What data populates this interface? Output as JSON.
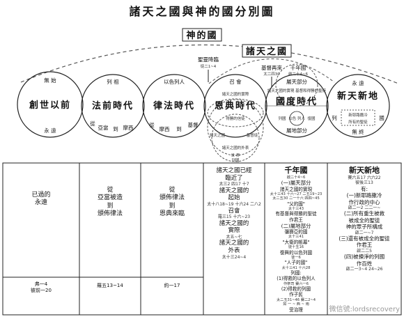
{
  "title": "諸天之國與神的國分別圖",
  "gods_kingdom_label": "神的國",
  "heavens_kingdom_label": "諸天之國",
  "marks": {
    "holy_spirit": "聖靈降臨",
    "holy_spirit_ref": "徒二1~4",
    "coming": "基督再來",
    "coming_ref": "太二四30",
    "millennium": "千年國",
    "millennium_ref": "啟二十4~6"
  },
  "circles": {
    "c1": {
      "top": "無 始",
      "main": "創世以前",
      "bottom": "永 遠"
    },
    "c2": {
      "top": "列 祖",
      "main": "法前時代",
      "b1": "從",
      "b2": "亞當",
      "b3": "到",
      "b4": "摩西"
    },
    "c3": {
      "top": "以色列人",
      "main": "律法時代",
      "b1": "從",
      "b2": "摩西",
      "b3": "到",
      "b4": "基督"
    },
    "c4": {
      "top": "召 會",
      "inner_top": "諸天之國的實際",
      "main": "恩典時代",
      "inner_bottom": "得勝的信徒",
      "outer1": "諸天之國的外表",
      "outer_left": "諸天之國",
      "outer_right": "基督徒",
      "outer_bottom": "世 界",
      "outer_bottom2": "列國"
    },
    "c5": {
      "top": "屬天部分",
      "inner": "諸天之國的實現 基督和得勝的聖徒",
      "main": "國度時代",
      "left": "列國",
      "center": "以色 列人",
      "right": "復國",
      "bottom": "屬地部分"
    },
    "c6": {
      "top": "永 遠",
      "main": "新天新地",
      "inner1": "新耶路撒冷",
      "inner2": "所有的聖徒",
      "left": "列",
      "right": "國",
      "bottom": "無 終"
    }
  },
  "table": {
    "col1": {
      "main": "已過的\n永遠",
      "refs": "弗一4\n彼前一20"
    },
    "col2": {
      "main": "從\n亞當被造\n到\n頒佈律法",
      "refs": "羅五13~14"
    },
    "col3": {
      "main": "從\n頒佈律法\n到\n恩典來臨",
      "refs": "約一17"
    },
    "col4": [
      {
        "t": "諸天之國已經",
        "k": "m"
      },
      {
        "t": "臨近了",
        "k": "m"
      },
      {
        "t": "太三2 四17 十7",
        "k": "r"
      },
      {
        "t": "諸天之國的",
        "k": "m"
      },
      {
        "t": "起始",
        "k": "m"
      },
      {
        "t": "太十八18~19 十六24 二八2",
        "k": "r"
      },
      {
        "t": "召會",
        "k": "m"
      },
      {
        "t": "羅三15 十六~23",
        "k": "r"
      },
      {
        "t": "諸天之國的",
        "k": "m"
      },
      {
        "t": "實際",
        "k": "m"
      },
      {
        "t": "太五~七",
        "k": "r"
      },
      {
        "t": "諸天之國的",
        "k": "m"
      },
      {
        "t": "外表",
        "k": "m"
      },
      {
        "t": "太十三24~4",
        "k": "r"
      }
    ],
    "col5": [
      {
        "t": "千年國",
        "k": "h"
      },
      {
        "t": "啟二十4~6",
        "k": "r"
      },
      {
        "t": "(一)屬天部分",
        "k": "m"
      },
      {
        "t": "諸天之國的實現",
        "k": "t"
      },
      {
        "t": "太十三43 十六~27 二五19~23",
        "k": "r"
      },
      {
        "t": "太二五30 二一十六 四四~45",
        "k": "r"
      },
      {
        "t": "\"父的國\"",
        "k": "t"
      },
      {
        "t": "太十三43",
        "k": "r"
      },
      {
        "t": "有基督與得勝的聖徒",
        "k": "t"
      },
      {
        "t": "作君王",
        "k": "t"
      },
      {
        "t": "(二)屬地部分",
        "k": "m"
      },
      {
        "t": "彌賽亞的國",
        "k": "t"
      },
      {
        "t": "太十三41",
        "k": "r"
      },
      {
        "t": "\"大衛的帳幕\"",
        "k": "t"
      },
      {
        "t": "徒十五16",
        "k": "r"
      },
      {
        "t": "復興的以色列國",
        "k": "t"
      },
      {
        "t": "徒一6",
        "k": "r"
      },
      {
        "t": "\"人子的國\"",
        "k": "t"
      },
      {
        "t": "太十三41 十六28",
        "k": "r"
      },
      {
        "t": "列國:",
        "k": "t"
      },
      {
        "t": "(1)得救的以色列人",
        "k": "t"
      },
      {
        "t": "作祭司 賽六一6",
        "k": "r"
      },
      {
        "t": "(2)得救的列國",
        "k": "t"
      },
      {
        "t": "作子民",
        "k": "t"
      },
      {
        "t": "太二五31~46 賽二2~4",
        "k": "r"
      },
      {
        "t": "如 一 ~ 西 ~ 雨",
        "k": "r"
      },
      {
        "t": "受治理",
        "k": "t"
      }
    ],
    "col6": [
      {
        "t": "新天新地",
        "k": "h"
      },
      {
        "t": "賽六五17 六六22",
        "k": "r"
      },
      {
        "t": "彼後三13",
        "k": "r"
      },
      {
        "t": "有:",
        "k": "t"
      },
      {
        "t": "(一)新耶路撒冷",
        "k": "t"
      },
      {
        "t": "作行政的中心",
        "k": "t"
      },
      {
        "t": "啟二一2 二二一~",
        "k": "r"
      },
      {
        "t": "(二)所有重生被救",
        "k": "t"
      },
      {
        "t": "被成全的聖徒",
        "k": "t"
      },
      {
        "t": "神的眾子所構成",
        "k": "t"
      },
      {
        "t": "啟二一~7",
        "k": "r"
      },
      {
        "t": "(三)還有被成全的聖徒",
        "k": "t"
      },
      {
        "t": "作君王",
        "k": "t"
      },
      {
        "t": "啟二二5",
        "k": "r"
      },
      {
        "t": "(四)被揀淨的列國",
        "k": "t"
      },
      {
        "t": "作百姓",
        "k": "t"
      },
      {
        "t": "啟二一3~4 24~26",
        "k": "r"
      }
    ]
  },
  "watermark": "微信號:lordsrecovery",
  "colors": {
    "line": "#222222",
    "dash": "#555555",
    "watermark": "#9a9a9a"
  }
}
